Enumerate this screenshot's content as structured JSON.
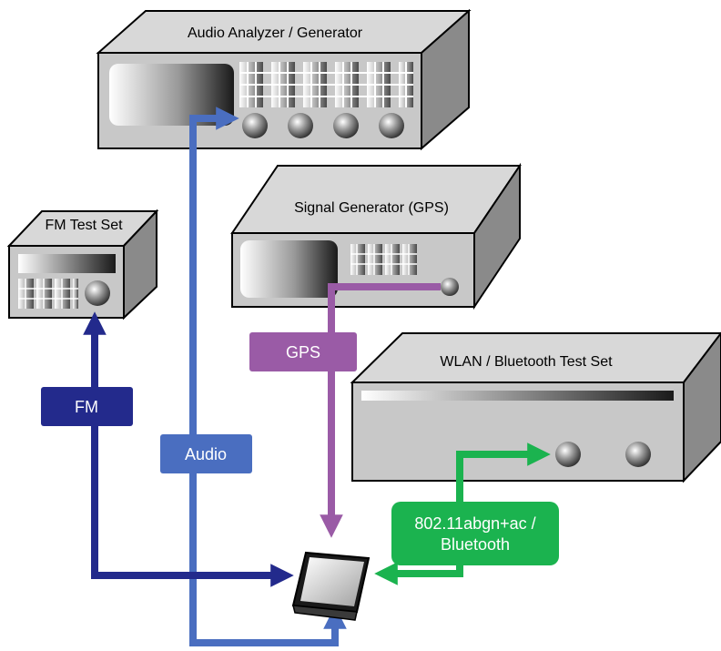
{
  "instruments": {
    "audio_analyzer": {
      "title": "Audio Analyzer / Generator"
    },
    "fm_test_set": {
      "title": "FM Test Set"
    },
    "signal_generator": {
      "title": "Signal Generator (GPS)"
    },
    "wlan_test_set": {
      "title": "WLAN / Bluetooth Test Set"
    }
  },
  "connections": {
    "fm": {
      "label": "FM",
      "color": "#232a8c"
    },
    "audio": {
      "label": "Audio",
      "color": "#4a6ec0"
    },
    "gps": {
      "label": "GPS",
      "color": "#9a5ba6"
    },
    "wlan": {
      "label_line1": "802.11abgn+ac /",
      "label_line2": "Bluetooth",
      "color": "#1bb34f"
    }
  },
  "colors": {
    "instrument_face": "#c8c8c8",
    "instrument_top": "#d8d8d8",
    "instrument_side": "#8a8a8a",
    "outline": "#000000"
  }
}
